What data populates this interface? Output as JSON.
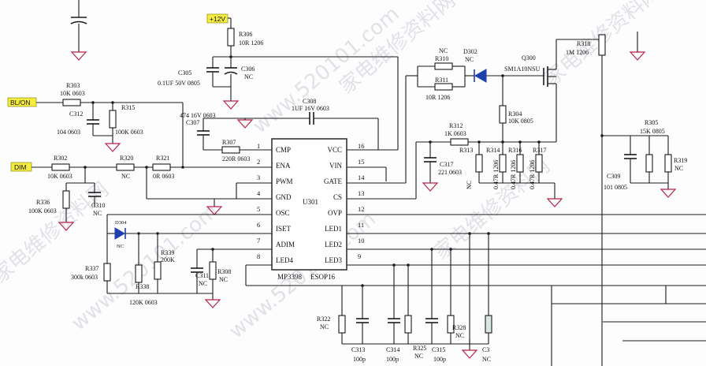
{
  "watermarks": [
    {
      "text": "家电维修资料网"
    },
    {
      "text": "www.520101.com"
    },
    {
      "text": "家电维修资料网"
    },
    {
      "text": "www.520101.com"
    },
    {
      "text": "家电维修资料网"
    },
    {
      "text": "www.520101.com"
    },
    {
      "text": "家电维修资料网"
    }
  ],
  "nets": {
    "vcc12": "+12V",
    "bl_on": "BL/ON",
    "dim": "DIM"
  },
  "ic": {
    "ref": "U301",
    "part": "MP3398",
    "package": "ESOP16",
    "left_pins": [
      {
        "num": "1",
        "name": "CMP"
      },
      {
        "num": "2",
        "name": "ENA"
      },
      {
        "num": "3",
        "name": "PWM"
      },
      {
        "num": "4",
        "name": "GND"
      },
      {
        "num": "5",
        "name": "OSC"
      },
      {
        "num": "6",
        "name": "ISET"
      },
      {
        "num": "7",
        "name": "ADIM"
      },
      {
        "num": "8",
        "name": "LED4"
      }
    ],
    "right_pins": [
      {
        "num": "16",
        "name": "VCC"
      },
      {
        "num": "15",
        "name": "VIN"
      },
      {
        "num": "14",
        "name": "GATE"
      },
      {
        "num": "13",
        "name": "CS"
      },
      {
        "num": "12",
        "name": "OVP"
      },
      {
        "num": "11",
        "name": "LED1"
      },
      {
        "num": "10",
        "name": "LED2"
      },
      {
        "num": "9",
        "name": "LED3"
      }
    ]
  },
  "parts": {
    "r306": {
      "ref": "R306",
      "value": "10R 1206"
    },
    "c305": {
      "ref": "C305",
      "value": "0.1UF 50V 0805"
    },
    "c306": {
      "ref": "C306",
      "value": "NC"
    },
    "r303": {
      "ref": "R303",
      "value": "10K 0603"
    },
    "r315": {
      "ref": "R315",
      "value": "100K 0603"
    },
    "c312": {
      "ref": "C312",
      "value": "104 0603"
    },
    "c308": {
      "ref": "C308",
      "value": "1UF 16V 0603"
    },
    "c307": {
      "ref": "C307",
      "value": "474 16V 0603"
    },
    "r307": {
      "ref": "R307",
      "value": "220R 0603"
    },
    "r302": {
      "ref": "R302",
      "value": "10K 0603"
    },
    "r320": {
      "ref": "R320",
      "value": "NC"
    },
    "r321": {
      "ref": "R321",
      "value": "0R 0603"
    },
    "r336": {
      "ref": "R336",
      "value": "100K 0603"
    },
    "c310": {
      "ref": "C310",
      "value": "NC"
    },
    "d304": {
      "ref": "D304",
      "value": "NC"
    },
    "r337": {
      "ref": "R337",
      "value": "300k 0603"
    },
    "r338": {
      "ref": "R338",
      "value": "120K 0603"
    },
    "r339": {
      "ref": "R339",
      "value": "200K"
    },
    "c311": {
      "ref": "C311",
      "value": "NC"
    },
    "r308": {
      "ref": "R308",
      "value": "NC"
    },
    "r310": {
      "ref": "R310",
      "value": "NC"
    },
    "d302": {
      "ref": "D302",
      "value": "NC"
    },
    "r311": {
      "ref": "R311",
      "value": "10R 1206"
    },
    "q300": {
      "ref": "Q300",
      "value": "SM1A10NSU"
    },
    "r318": {
      "ref": "R318",
      "value": "1M 1206"
    },
    "r304": {
      "ref": "R304",
      "value": "10K 0805"
    },
    "r312": {
      "ref": "R312",
      "value": "1K 0603"
    },
    "c317": {
      "ref": "C317",
      "value": "221 0603"
    },
    "r313": {
      "ref": "R313",
      "value": "NC"
    },
    "r314": {
      "ref": "R314",
      "value": "0.47R 1206"
    },
    "r316": {
      "ref": "R316",
      "value": "0.47R 1206"
    },
    "r317": {
      "ref": "R317",
      "value": "0.47R 1206"
    },
    "r305": {
      "ref": "R305",
      "value": "15K 0805"
    },
    "r319": {
      "ref": "R319",
      "value": "NC"
    },
    "c309": {
      "ref": "C309",
      "value": "101 0805"
    },
    "r322": {
      "ref": "R322",
      "value": "NC"
    },
    "c313": {
      "ref": "C313",
      "value": "100p"
    },
    "c314": {
      "ref": "C314",
      "value": "100p"
    },
    "r325": {
      "ref": "R325",
      "value": "NC"
    },
    "c315": {
      "ref": "C315",
      "value": "100p"
    },
    "r328": {
      "ref": "R328",
      "value": "NC"
    },
    "c3x": {
      "ref": "C3",
      "value": "NC"
    }
  }
}
